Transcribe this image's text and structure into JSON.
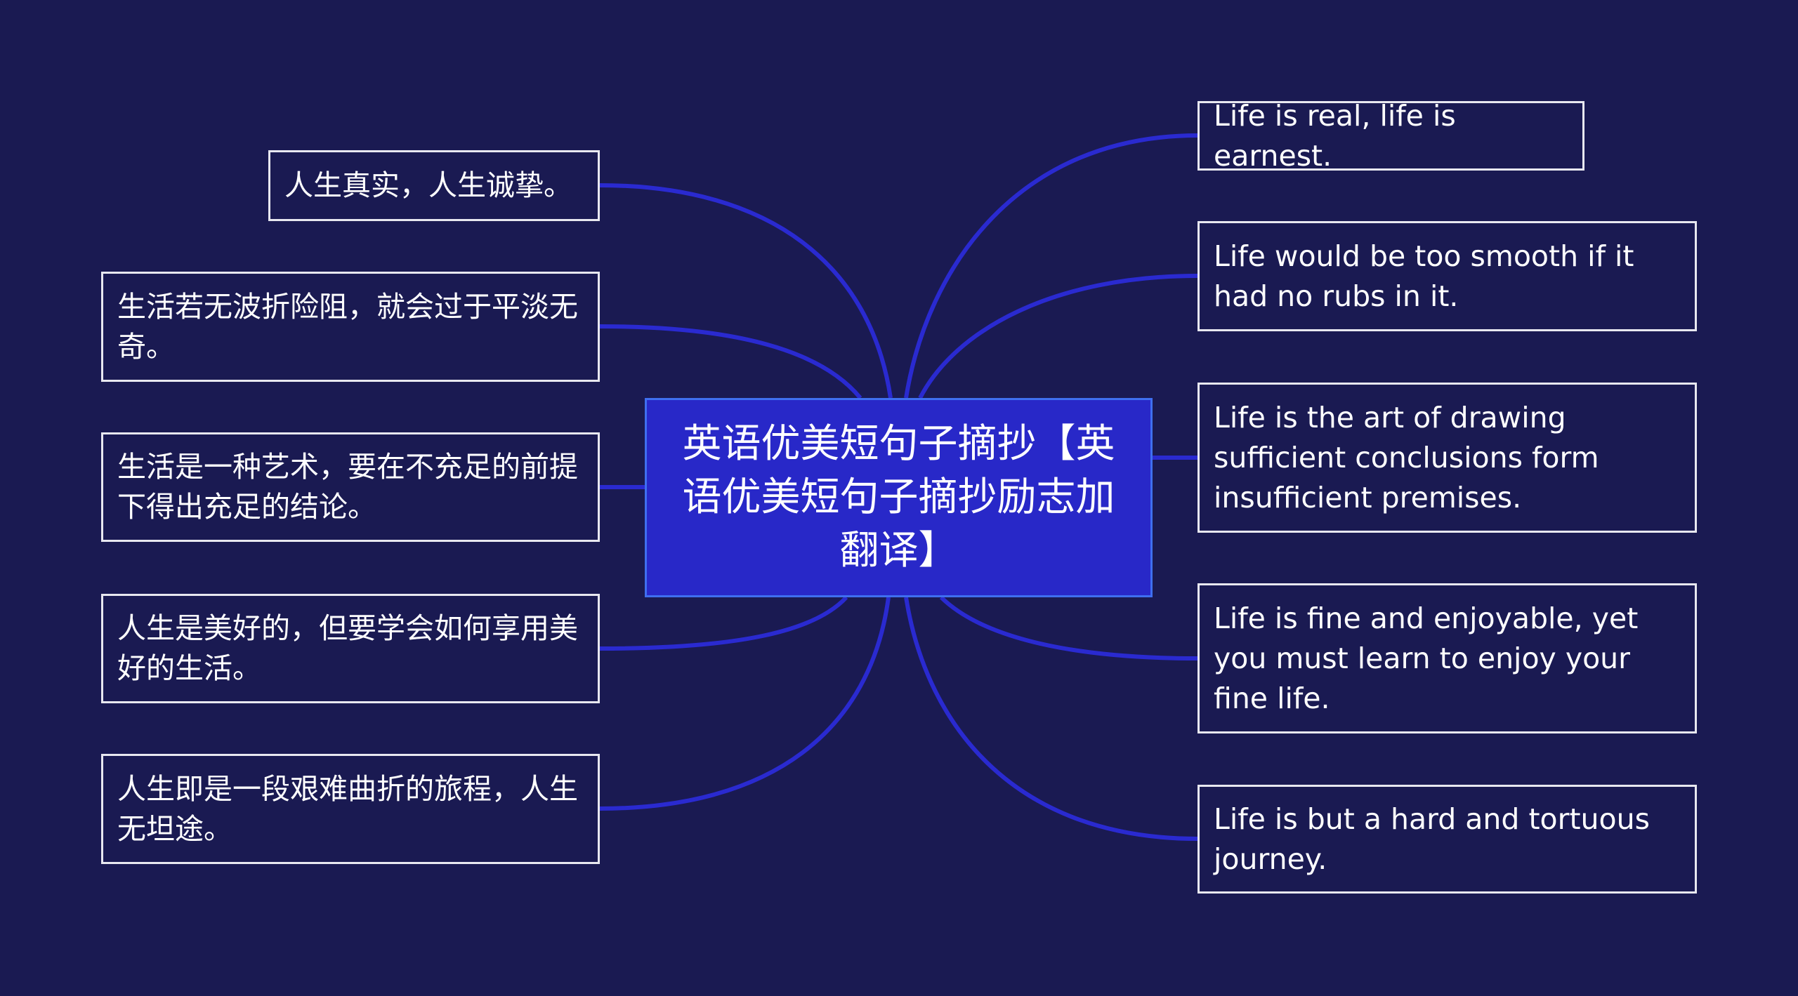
{
  "center": {
    "title": "英语优美短句子摘抄【英语优美短句子摘抄励志加翻译】"
  },
  "left_nodes": [
    "人生真实，人生诚挚。",
    "生活若无波折险阻，就会过于平淡无奇。",
    "生活是一种艺术，要在不充足的前提下得出充足的结论。",
    "人生是美好的，但要学会如何享用美好的生活。",
    "人生即是一段艰难曲折的旅程，人生无坦途。"
  ],
  "right_nodes": [
    "Life is real, life is earnest.",
    "Life would be too smooth if it had no rubs in it.",
    "Life is the art of drawing sufficient conclusions form insufficient premises.",
    "Life is fine and enjoyable, yet you must learn to enjoy your fine life.",
    "Life is but a hard and tortuous journey."
  ],
  "colors": {
    "background": "#1a1a52",
    "center_fill": "#2828c8",
    "link": "#2a2ad0"
  }
}
